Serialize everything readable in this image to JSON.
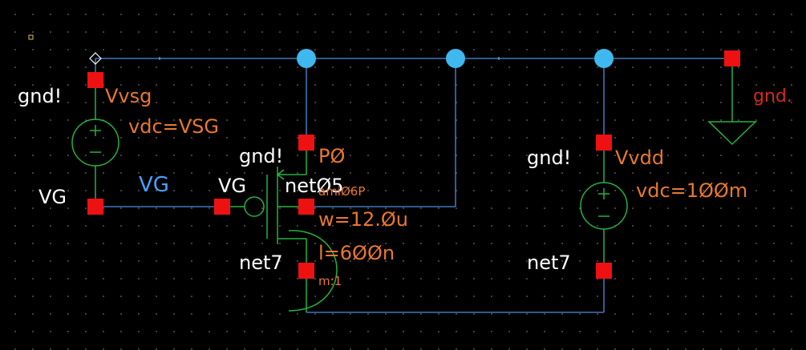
{
  "labels": {
    "vvsg_plus_net": "gnd!",
    "vvsg_instance": "Vvsg",
    "vvsg_param": "vdc=VSG",
    "vvsg_minus_net": "VG",
    "wire_vg": "VG",
    "pmos_source_net": "gnd!",
    "pmos_instance": "PØ",
    "pmos_gate_net": "VG",
    "pmos_body_net": "netØ5",
    "pmos_model": "amiØ6P",
    "pmos_width": "w=12.Øu",
    "pmos_length": "l=6ØØn",
    "pmos_drain_net": "net7",
    "pmos_multiplier": "m:1",
    "vvdd_plus_net": "gnd!",
    "vvdd_instance": "Vvdd",
    "vvdd_param": "vdc=1ØØm",
    "vvdd_minus_net": "net7",
    "gnd_instance": "gnd."
  },
  "colors": {
    "background": "#000000",
    "wire": "#4a8fe0",
    "junction": "#3fb8f0",
    "symbol": "#28b040",
    "pin": "#ee1111",
    "net_label": "#ffffff",
    "instance_label": "#e8782f",
    "wire_label": "#4aa0ff"
  },
  "icons": [
    "pin-diamond-icon",
    "origin-marker-icon"
  ]
}
